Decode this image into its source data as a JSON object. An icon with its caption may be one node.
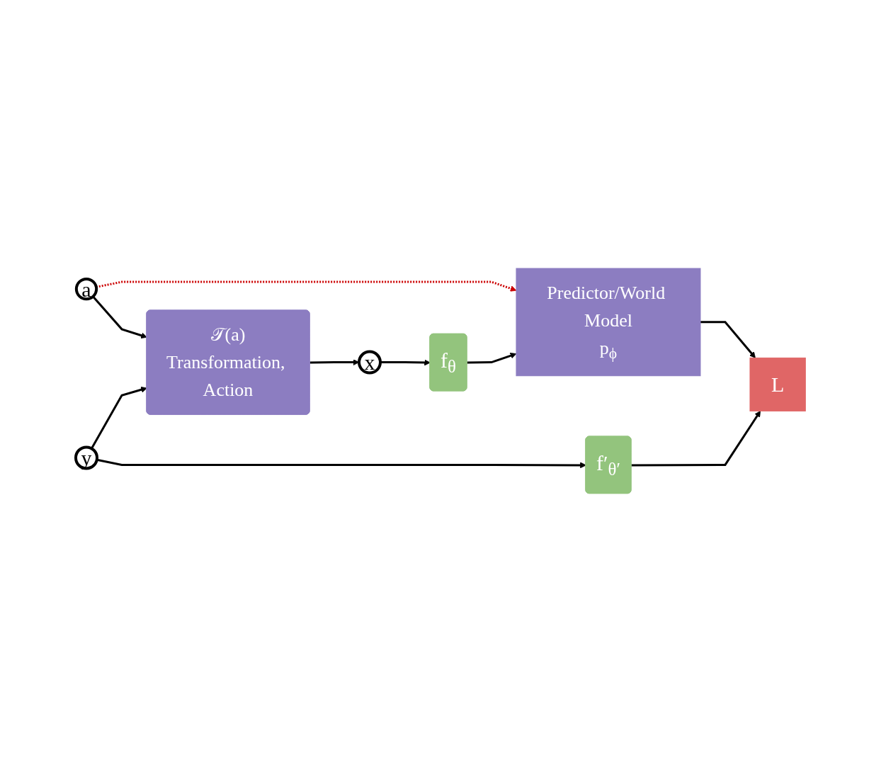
{
  "diagram": {
    "nodes": [
      {
        "text": [
          "Predictor/World Model",
          "p$_{ϕ}$"
        ]
      },
      {
        "text": [
          "L"
        ]
      },
      {
        "text": [
          "f$_{θ}$"
        ]
      },
      {
        "text": [
          "a"
        ]
      },
      {
        "text": [
          "f′$_{θ′}$"
        ]
      },
      {
        "text": [
          "x"
        ]
      },
      {
        "text": [
          "𝒯(a)",
          "Transformation, Action"
        ]
      },
      {
        "text": [
          "y"
        ]
      }
    ],
    "edges": [
      {
        "from": 2,
        "to": 0,
        "arrow": "to"
      },
      {
        "from": 0,
        "to": 1,
        "arrow": "to"
      },
      {
        "from": 3,
        "to": 0,
        "arrow": "to",
        "style": "dashed",
        "color": "#cc0000"
      },
      {
        "from": 4,
        "to": 1,
        "arrow": "to"
      },
      {
        "from": 3,
        "to": 6,
        "arrow": "to"
      },
      {
        "from": 6,
        "to": 5,
        "arrow": "to"
      },
      {
        "from": 7,
        "to": 6,
        "arrow": "to"
      },
      {
        "from": 5,
        "to": 2,
        "arrow": "to"
      },
      {
        "from": 7,
        "to": 4,
        "arrow": "to"
      }
    ]
  }
}
